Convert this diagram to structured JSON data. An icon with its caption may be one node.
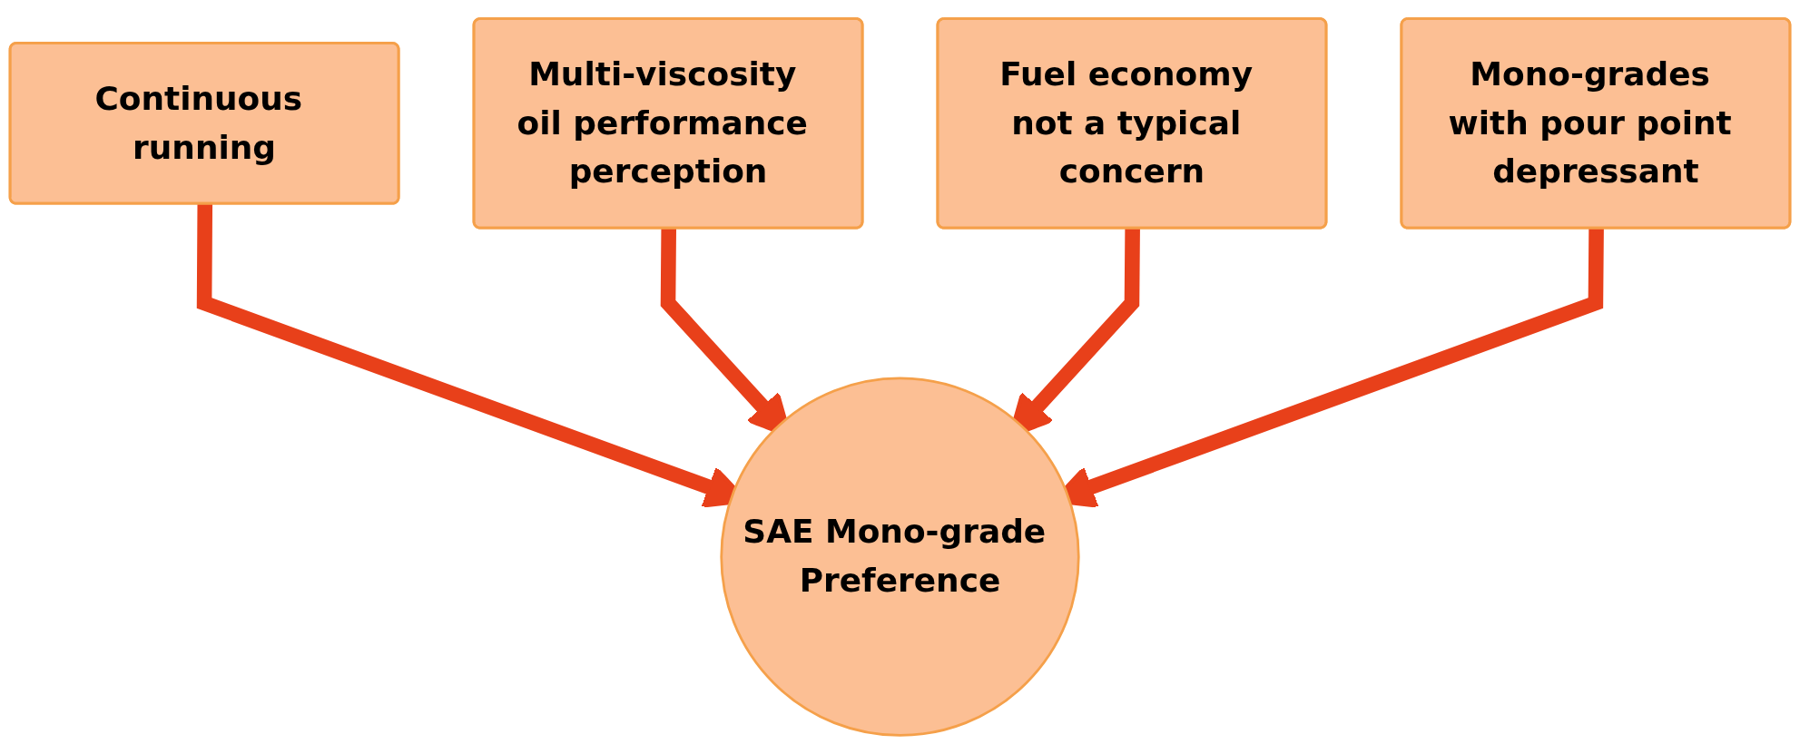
{
  "diagram": {
    "nodes": [
      {
        "text": [
          "Continuous running"
        ]
      },
      {
        "text": [
          "Multi-viscosity oil performance perception"
        ]
      },
      {
        "text": [
          "Fuel economy not a typical concern"
        ]
      },
      {
        "text": [
          "SAE Mono-grade Preference"
        ]
      },
      {
        "text": [
          "Mono-grades with pour point depressant"
        ]
      }
    ],
    "edges": [
      {
        "from": 0,
        "to": 3,
        "arrow": "to"
      },
      {
        "from": 1,
        "to": 3,
        "arrow": "to"
      },
      {
        "from": 2,
        "to": 3,
        "arrow": "to"
      },
      {
        "from": 4,
        "to": 3,
        "arrow": "to"
      }
    ]
  }
}
